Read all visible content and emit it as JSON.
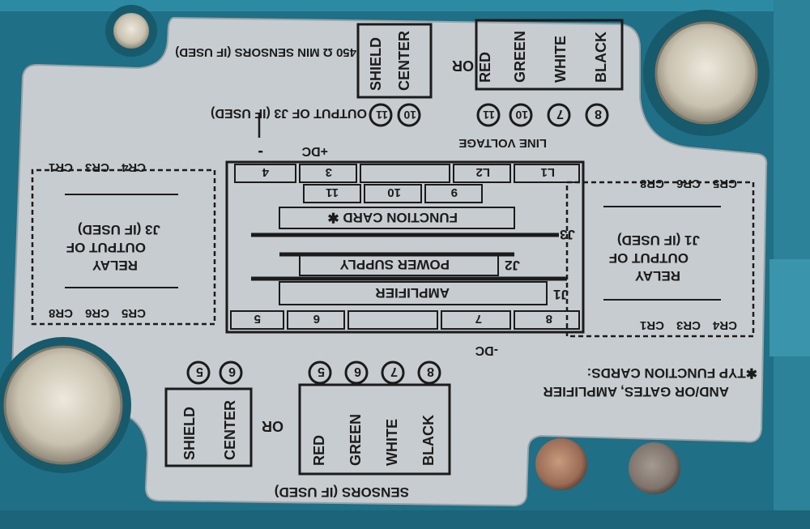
{
  "colors": {
    "housing": "#1f6f86",
    "housing_light": "#2d8aa3",
    "plate": "#c7ccd0",
    "ink": "#1b1b1b"
  },
  "labels": {
    "center_top": "CENTER",
    "shield_top": "SHIELD",
    "sensors_top": "450 Ω MIN SENSORS (IF USED)",
    "or_top": "OR",
    "black_top": "BLACK",
    "white_top": "WHITE",
    "green_top": "GREEN",
    "red_top": "RED",
    "output_j3": "OUTPUT OF J3 (IF USED)",
    "line_voltage": "LINE VOLTAGE",
    "plus_dc": "+DC",
    "minus_top": "-",
    "relay_left_1": "RELAY",
    "relay_left_2": "OUTPUT OF",
    "relay_left_3": "J3 (IF USED)",
    "relay_right_1": "RELAY",
    "relay_right_2": "OUTPUT OF",
    "relay_right_3": "J1 (IF USED)",
    "function_card": "FUNCTION CARD ✱",
    "power_supply": "POWER SUPPLY",
    "amplifier": "AMPLIFIER",
    "j1": "J1",
    "j2": "J2",
    "j3": "J3",
    "minus_dc": "-DC",
    "typ_function": "✱TYP FUNCTION CARDS:",
    "and_or": "AND/OR GATES, AMPLIFIER",
    "center_bottom": "CENTER",
    "shield_bottom": "SHIELD",
    "or_bottom": "OR",
    "black_bottom": "BLACK",
    "white_bottom": "WHITE",
    "green_bottom": "GREEN",
    "red_bottom": "RED",
    "sensors_bottom": "SENSORS (IF USED)"
  },
  "circles_top": [
    "8",
    "7",
    "10",
    "11"
  ],
  "circles_top_left": [
    "10",
    "11"
  ],
  "circles_bottom_left": [
    "5",
    "6"
  ],
  "circles_bottom": [
    "8",
    "7",
    "6",
    "5"
  ],
  "top_row_cells": [
    "L1",
    "L2",
    "",
    "3",
    "4"
  ],
  "second_row_cells": [
    "9",
    "10",
    "11"
  ],
  "bottom_row_cells": [
    "8",
    "7",
    "",
    "6",
    "5"
  ],
  "relay_left_top": [
    "CR1",
    "CR3",
    "CR4"
  ],
  "relay_left_bottom": [
    "CR8",
    "CR6",
    "CR5"
  ],
  "relay_right_top": [
    "CR5",
    "CR6",
    "CR8"
  ],
  "relay_right_bottom": [
    "CR4",
    "CR3",
    "CR1"
  ]
}
